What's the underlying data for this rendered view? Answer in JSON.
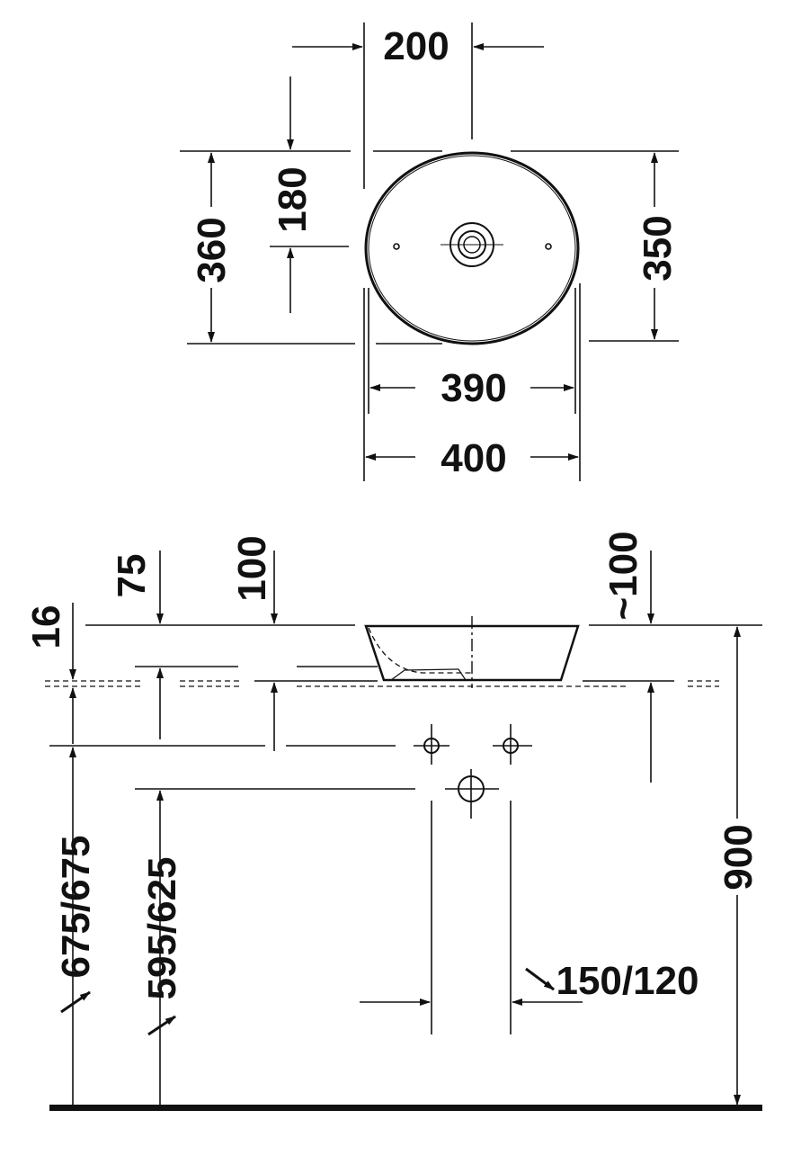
{
  "top_view": {
    "dim_spout_offset": "200",
    "dim_center_depth": "180",
    "dim_overall_depth": "360",
    "dim_bowl_depth": "350",
    "dim_bowl_width": "390",
    "dim_overall_width": "400"
  },
  "side_view": {
    "dim_16": "16",
    "dim_75": "75",
    "dim_100": "100",
    "dim_approx_100": "~100",
    "dim_height_900": "900",
    "dim_675": "675/675",
    "dim_595": "595/625",
    "dim_150": "150/120"
  }
}
